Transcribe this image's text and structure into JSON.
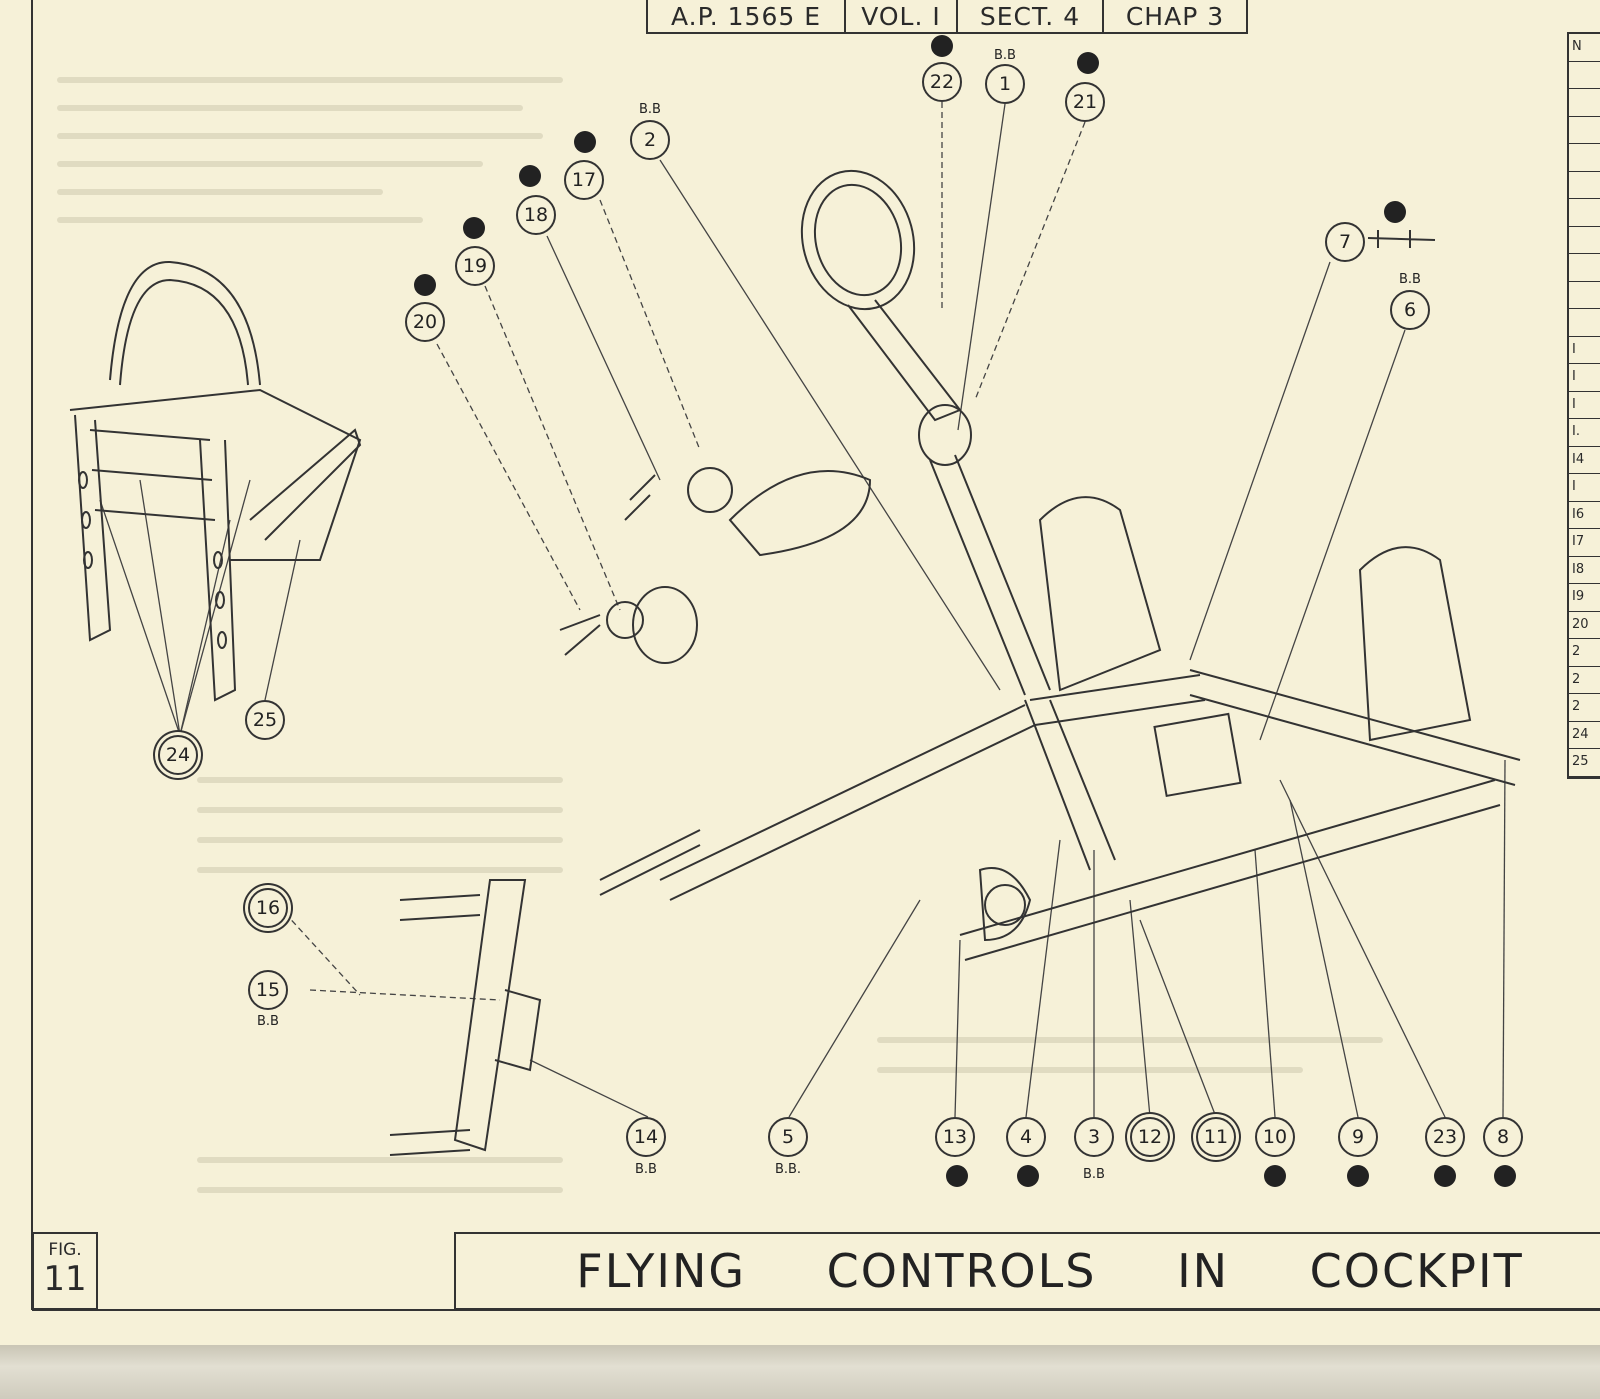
{
  "header": {
    "ap": "A.P. 1565 E",
    "vol": "VOL. I",
    "sect": "SECT. 4",
    "chap": "CHAP 3"
  },
  "title_words": [
    "FLYING",
    "CONTROLS",
    "IN",
    "COCKPIT"
  ],
  "figure": {
    "label": "FIG.",
    "number": "11"
  },
  "callouts": [
    "22",
    "1",
    "21",
    "2",
    "17",
    "18",
    "19",
    "20",
    "7",
    "6",
    "24",
    "25",
    "16",
    "15",
    "14",
    "5",
    "13",
    "4",
    "3",
    "12",
    "11",
    "10",
    "9",
    "23",
    "8"
  ],
  "bb_label": "B.B",
  "bb_label_dotted": "B.B.",
  "parts_table_rows": [
    "N",
    "",
    "",
    "",
    "",
    "",
    "",
    "",
    "",
    "",
    "",
    "I",
    "I",
    "I",
    "I.",
    "I4",
    "I",
    "I6",
    "I7",
    "I8",
    "I9",
    "20",
    "2",
    "2",
    "2",
    "24",
    "25"
  ]
}
